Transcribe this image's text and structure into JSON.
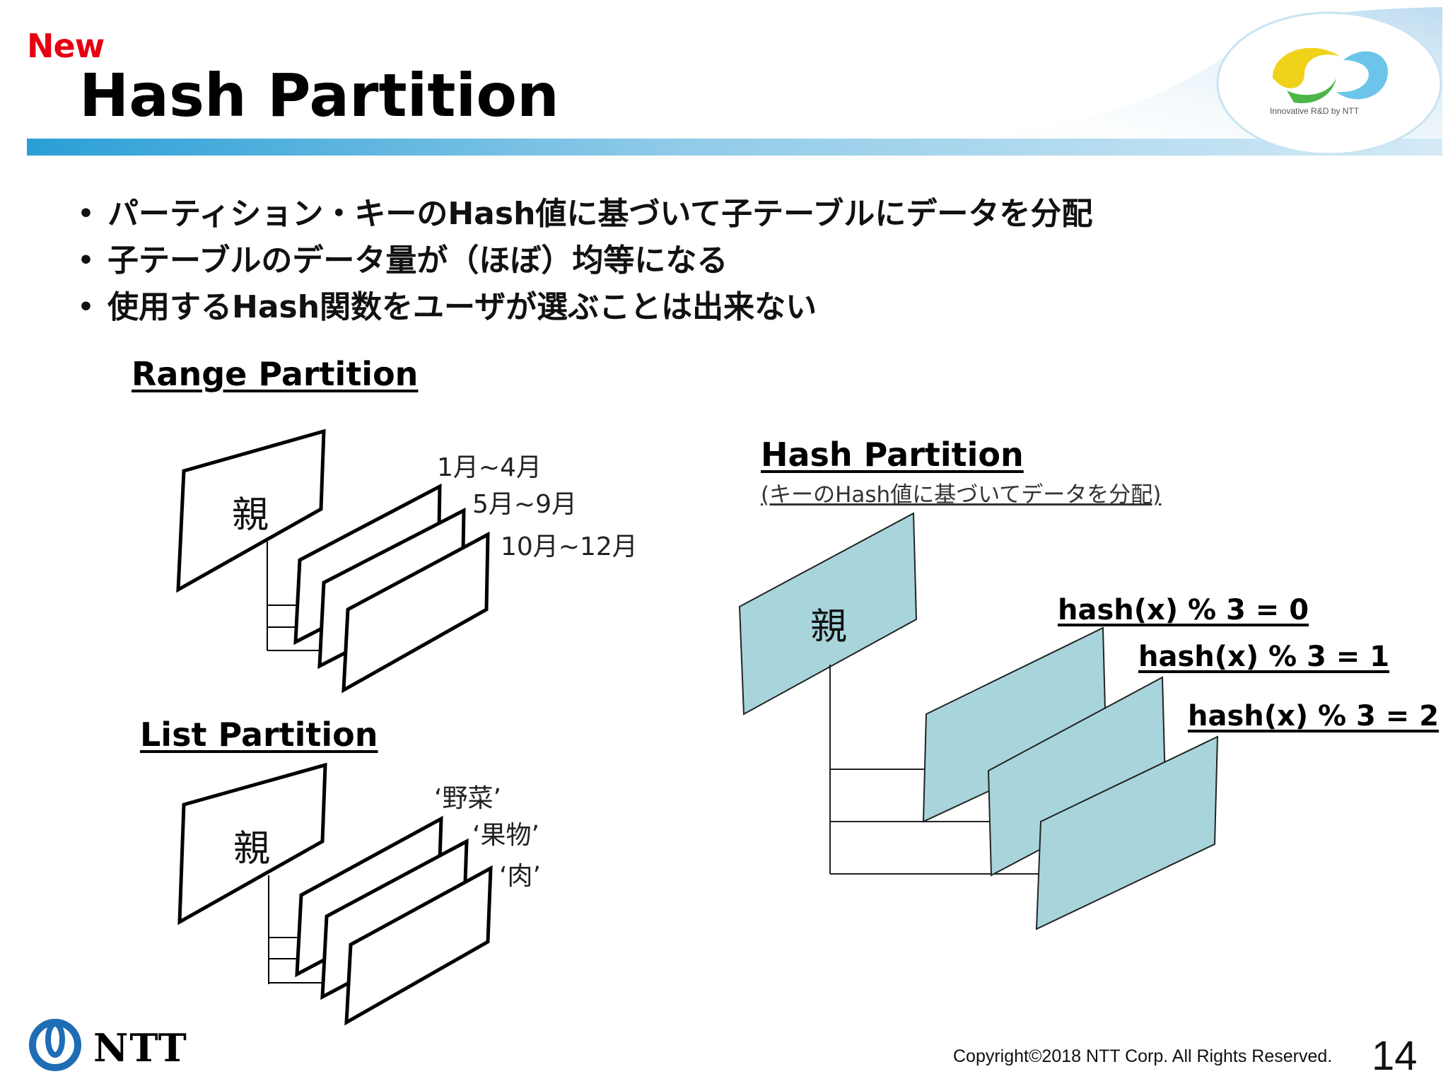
{
  "header": {
    "badge": "New",
    "title": "Hash Partition",
    "logo_caption": "Innovative R&D by NTT"
  },
  "bullets": [
    "パーティション・キーのHash値に基づいて子テーブルにデータを分配",
    "子テーブルのデータ量が（ほぼ）均等になる",
    "使用するHash関数をユーザが選ぶことは出来ない"
  ],
  "range": {
    "heading": "Range Partition",
    "parent": "親",
    "children": [
      "1月~4月",
      "5月~9月",
      "10月~12月"
    ]
  },
  "list": {
    "heading": "List Partition",
    "parent": "親",
    "children": [
      "‘野菜’",
      "‘果物’",
      "‘肉’"
    ]
  },
  "hash": {
    "heading": "Hash Partition",
    "subheading": "(キーのHash値に基づいてデータを分配)",
    "parent": "親",
    "children": [
      "hash(x) % 3 = 0",
      "hash(x) % 3 = 1",
      "hash(x) % 3 = 2"
    ],
    "fill_color": "#a8d5dc"
  },
  "footer": {
    "company": "NTT",
    "copyright": "Copyright©2018  NTT Corp. All Rights Reserved.",
    "page": "14"
  }
}
